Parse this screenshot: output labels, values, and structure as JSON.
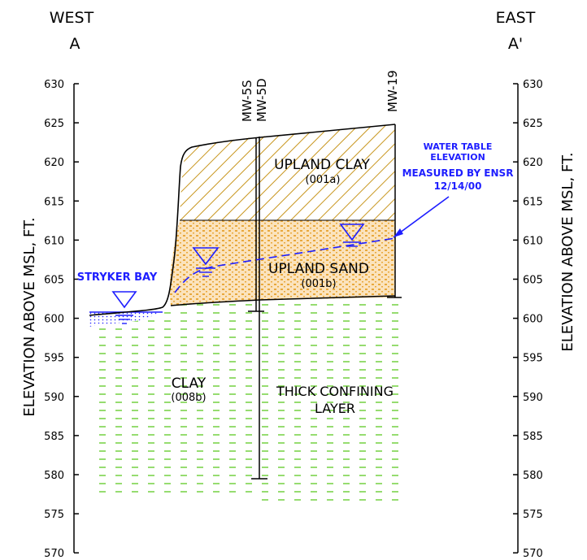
{
  "headers": {
    "west": "WEST",
    "west_mark": "A",
    "east": "EAST",
    "east_mark": "A'"
  },
  "axis": {
    "label": "ELEVATION ABOVE MSL, FT.",
    "ticks": [
      "630",
      "625",
      "620",
      "615",
      "610",
      "605",
      "600",
      "595",
      "590",
      "585",
      "580",
      "575",
      "570"
    ]
  },
  "wells": {
    "mw5s": "MW-5S",
    "mw5d": "MW-5D",
    "mw19": "MW-19"
  },
  "units": {
    "upland_clay": "UPLAND CLAY",
    "upland_clay_code": "(001a)",
    "upland_sand": "UPLAND SAND",
    "upland_sand_code": "(001b)",
    "clay": "CLAY",
    "clay_code": "(008b)",
    "thick_line1": "THICK CONFINING",
    "thick_line2": "LAYER"
  },
  "water_table": {
    "line1": "WATER TABLE",
    "line2": "ELEVATION",
    "line3": "MEASURED BY ENSR",
    "line4": "12/14/00"
  },
  "bay": "STRYKER BAY",
  "colors": {
    "clay_hatch": "#c8961e",
    "sand_fill": "#f0c890",
    "sand_dot": "#e0a030",
    "green_dash": "#7cd44c",
    "blue": "#1e1eff"
  }
}
